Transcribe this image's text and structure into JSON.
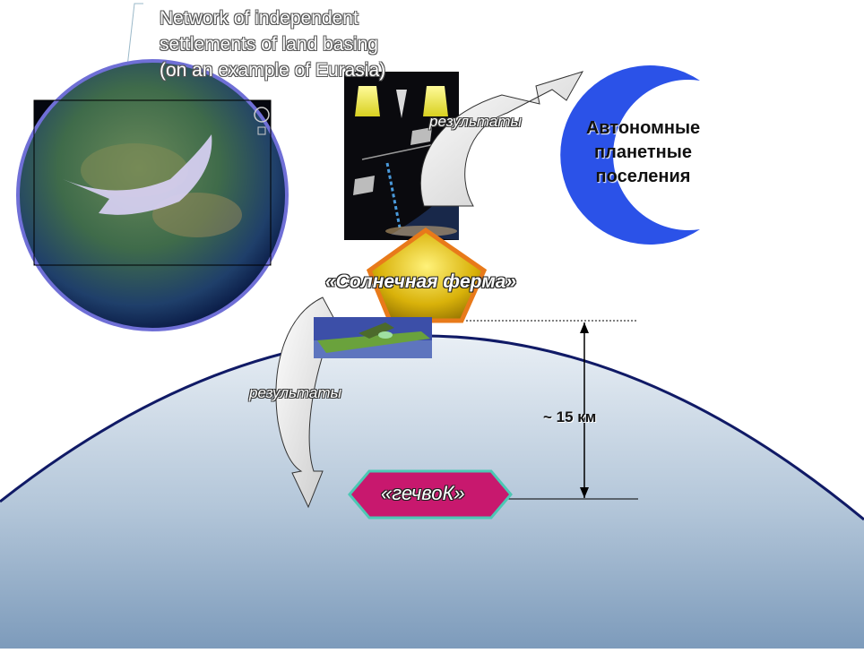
{
  "caption": {
    "lines": [
      "Network of independent",
      "settlements of land basing",
      "(on an example of Eurasia)"
    ]
  },
  "autonomous": {
    "lines": [
      "Автономные",
      "планетные",
      "поселения"
    ]
  },
  "solar_farm": {
    "label": "«Солнечная ферма»"
  },
  "results_upper": {
    "label": "результаты"
  },
  "results_lower": {
    "label": "результаты"
  },
  "distance": {
    "label": "~ 15 км"
  },
  "gechvok": {
    "label": "«гечвоК»"
  },
  "colors": {
    "planet_top": "#dfe8f0",
    "planet_bottom": "#7f9dbd",
    "horizon": "#101a66",
    "crescent": "#2b52e8",
    "pentagon_fill": "#d9b20a",
    "pentagon_stroke": "#e87a1a",
    "heptagon_fill": "#c8186e",
    "heptagon_stroke": "#4cc8b4"
  },
  "icons": {
    "globe": "earth-globe-image",
    "satellite": "solar-satellite-image",
    "aircraft": "aircraft-image",
    "moon": "crescent-moon-icon"
  }
}
